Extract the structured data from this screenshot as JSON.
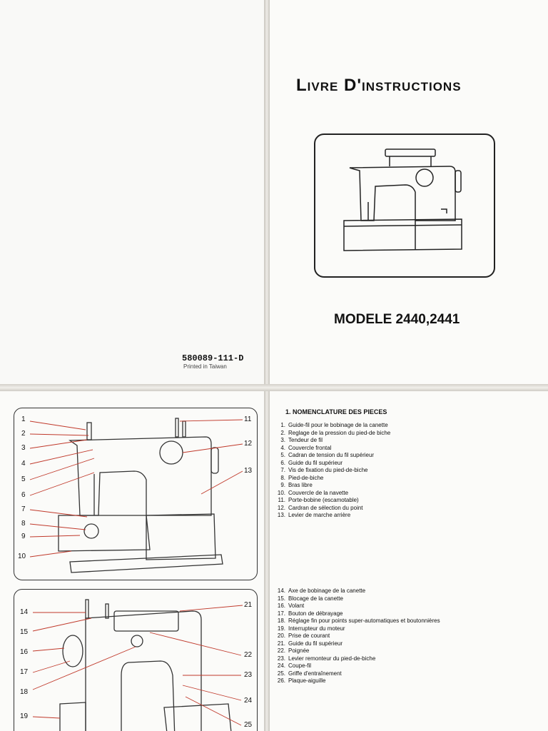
{
  "cover_back": {
    "part_number": "580089-111-D",
    "printed": "Printed in Taiwan"
  },
  "cover_front": {
    "title": "Livre D'instructions",
    "model": "MODELE 2440,2441"
  },
  "diagram_top": {
    "callouts": [
      "1",
      "2",
      "3",
      "4",
      "5",
      "6",
      "7",
      "8",
      "9",
      "10",
      "11",
      "12",
      "13"
    ]
  },
  "diagram_bottom": {
    "callouts": [
      "14",
      "15",
      "16",
      "17",
      "18",
      "19",
      "21",
      "22",
      "23",
      "24",
      "25"
    ]
  },
  "nomenclature": {
    "heading": "1. NOMENCLATURE DES PIECES",
    "items_a": [
      {
        "n": "1.",
        "t": "Guide-fil pour le bobinage de la canette"
      },
      {
        "n": "2.",
        "t": "Reglage de la pression du pied-de biche"
      },
      {
        "n": "3.",
        "t": "Tendeur de fil"
      },
      {
        "n": "4.",
        "t": "Couvercle frontal"
      },
      {
        "n": "5.",
        "t": "Cadran de tension du fil supérieur"
      },
      {
        "n": "6.",
        "t": "Guide du fil supérieur"
      },
      {
        "n": "7.",
        "t": "Vis de fixation du pied-de-biche"
      },
      {
        "n": "8.",
        "t": "Pied-de-biche"
      },
      {
        "n": "9.",
        "t": "Bras libre"
      },
      {
        "n": "10.",
        "t": "Couvercle de la navette"
      },
      {
        "n": "11.",
        "t": "Porte-bobine (escamotable)"
      },
      {
        "n": "12.",
        "t": "Cardran de sélection du point"
      },
      {
        "n": "13.",
        "t": "Levier de marche arrière"
      }
    ],
    "items_b": [
      {
        "n": "14.",
        "t": "Axe de bobinage de la canette"
      },
      {
        "n": "15.",
        "t": "Blocage de la canette"
      },
      {
        "n": "16.",
        "t": "Volant"
      },
      {
        "n": "17.",
        "t": "Bouton de débrayage"
      },
      {
        "n": "18.",
        "t": "Réglage fin pour points super-automatiques et boutonnières"
      },
      {
        "n": "19.",
        "t": "Interrupteur du moteur"
      },
      {
        "n": "20.",
        "t": "Prise de courant"
      },
      {
        "n": "21.",
        "t": "Guide du fil supérieur"
      },
      {
        "n": "22.",
        "t": "Poignée"
      },
      {
        "n": "23.",
        "t": "Levier remonteur du pied-de-biche"
      },
      {
        "n": "24.",
        "t": "Coupe-fil"
      },
      {
        "n": "25.",
        "t": "Griffe d'entraînement"
      },
      {
        "n": "26.",
        "t": "Plaque-aiguille"
      }
    ]
  }
}
